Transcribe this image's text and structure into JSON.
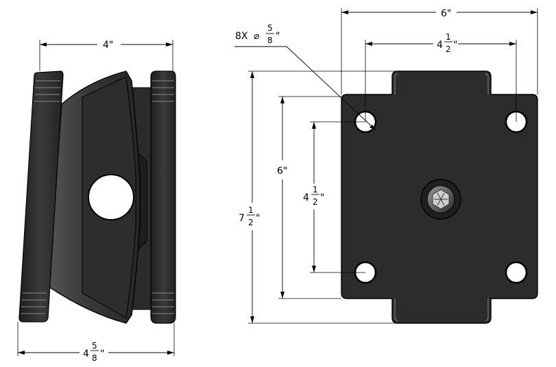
{
  "colors": {
    "body": "#2f2f2f",
    "body_dark": "#1c1c1c",
    "body_light": "#4a4a4a",
    "highlight": "#6a6a6a",
    "line": "#000000",
    "background": "#ffffff"
  },
  "side_view": {
    "top_width": {
      "whole": "4",
      "unit": "\""
    },
    "bottom_width": {
      "whole": "4",
      "num": "5",
      "den": "8",
      "unit": "\""
    }
  },
  "top_view": {
    "overall_width": {
      "whole": "6",
      "unit": "\""
    },
    "hole_spacing_x": {
      "whole": "4",
      "num": "1",
      "den": "2",
      "unit": "\""
    },
    "holes_callout": {
      "prefix": "8X",
      "symbol": "⌀",
      "num": "5",
      "den": "8",
      "unit": "\""
    },
    "hole_spacing_y_outer": {
      "whole": "6",
      "unit": "\""
    },
    "hole_spacing_y_inner": {
      "whole": "4",
      "num": "1",
      "den": "2",
      "unit": "\""
    },
    "overall_height": {
      "whole": "7",
      "num": "1",
      "den": "2",
      "unit": "\""
    }
  }
}
